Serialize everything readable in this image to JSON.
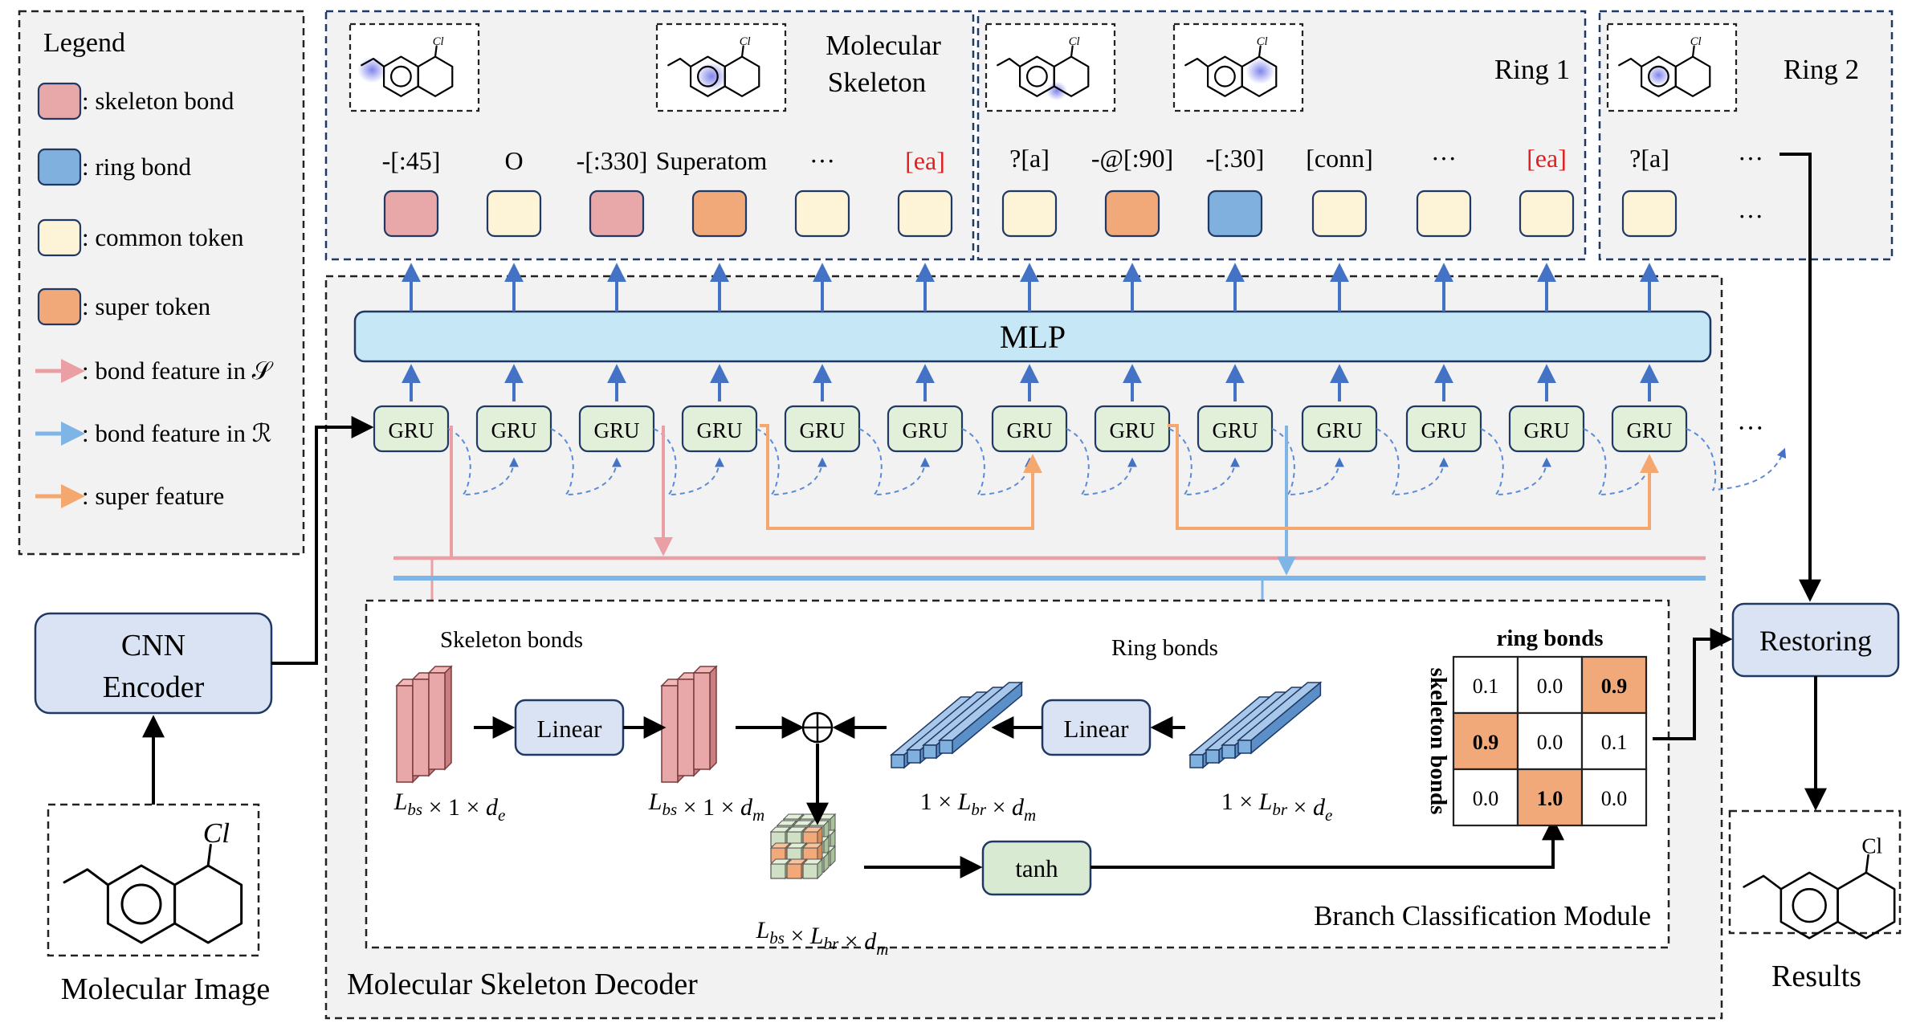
{
  "legend": {
    "title": "Legend",
    "items": [
      {
        "kind": "box",
        "color": "#e8a8aa",
        "label": ": skeleton bond"
      },
      {
        "kind": "box",
        "color": "#7fb0de",
        "label": ": ring bond"
      },
      {
        "kind": "box",
        "color": "#fdf3d6",
        "label": ": common token"
      },
      {
        "kind": "box",
        "color": "#f2a97a",
        "label": ": super token"
      },
      {
        "kind": "arrow",
        "color": "#e99fa3",
        "label": ": bond feature in 𝒮"
      },
      {
        "kind": "arrow",
        "color": "#7fb5e6",
        "label": ": bond feature in ℛ"
      },
      {
        "kind": "arrow",
        "color": "#f4a76e",
        "label": ": super feature"
      }
    ]
  },
  "panels": {
    "skeleton_title": "Molecular Skeleton",
    "ring1_title": "Ring 1",
    "ring2_title": "Ring 2"
  },
  "tokens": [
    {
      "text": "-[:45]",
      "color": "#e8a8aa",
      "red": false
    },
    {
      "text": "O",
      "color": "#fdf3d6",
      "red": false
    },
    {
      "text": "-[:330]",
      "color": "#e8a8aa",
      "red": false
    },
    {
      "text": "Superatom",
      "color": "#f2a97a",
      "red": false
    },
    {
      "text": "···",
      "color": "#fdf3d6",
      "red": false
    },
    {
      "text": "[ea]",
      "color": "#fdf3d6",
      "red": true
    },
    {
      "text": "?[a]",
      "color": "#fdf3d6",
      "red": false
    },
    {
      "text": "-@[:90]",
      "color": "#f2a97a",
      "red": false
    },
    {
      "text": "-[:30]",
      "color": "#7fb0de",
      "red": false
    },
    {
      "text": "[conn]",
      "color": "#fdf3d6",
      "red": false
    },
    {
      "text": "···",
      "color": "#fdf3d6",
      "red": false
    },
    {
      "text": "[ea]",
      "color": "#fdf3d6",
      "red": true
    },
    {
      "text": "?[a]",
      "color": "#fdf3d6",
      "red": false
    },
    {
      "text": "···",
      "color": "none",
      "red": false
    }
  ],
  "mlp_label": "MLP",
  "gru_label": "GRU",
  "gru_more": "···",
  "cnn_encoder": "CNN\nEncoder",
  "molecular_image_label": "Molecular Image",
  "decoder_label": "Molecular Skeleton Decoder",
  "branch_module_label": "Branch Classification Module",
  "skeleton_bonds_label": "Skeleton bonds",
  "ring_bonds_label": "Ring bonds",
  "linear_label": "Linear",
  "tanh_label": "tanh",
  "restoring_label": "Restoring",
  "results_label": "Results",
  "dims": {
    "d1": "L_bs × 1 × d_e",
    "d2": "L_bs × 1 × d_m",
    "d3": "1 × L_br × d_m",
    "d4": "1 × L_br × d_e",
    "d5": "L_bs × L_br × d_m"
  },
  "matrix": {
    "col_title": "ring bonds",
    "row_title": "skeleton bonds",
    "values": [
      [
        "0.1",
        "0.0",
        "0.9"
      ],
      [
        "0.9",
        "0.0",
        "0.1"
      ],
      [
        "0.0",
        "1.0",
        "0.0"
      ]
    ],
    "highlight_color": "#f2a97a"
  },
  "molecule_atom": "Cl"
}
